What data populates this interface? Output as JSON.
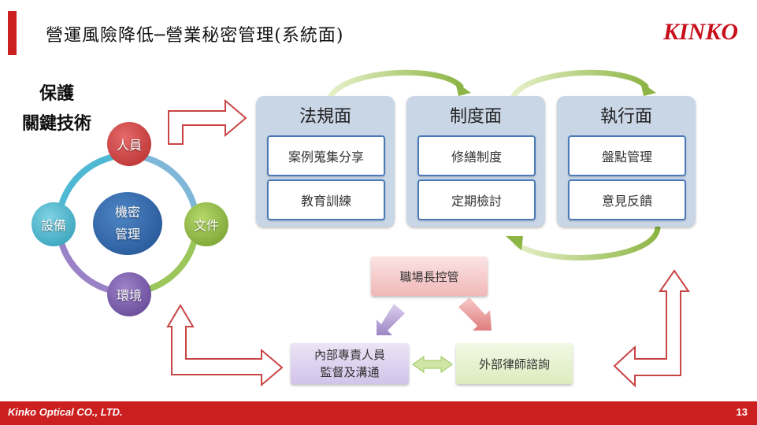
{
  "title": "營運風險降低─營業秘密管理(系統面)",
  "brand": "KINKO",
  "protect_label_1": "保護",
  "protect_label_2": "關鍵技術",
  "cycle": {
    "center_1": "機密",
    "center_2": "管理",
    "nodes": [
      "人員",
      "文件",
      "環境",
      "設備"
    ]
  },
  "panels": [
    {
      "title": "法規面",
      "items": [
        "案例蒐集分享",
        "教育訓練"
      ]
    },
    {
      "title": "制度面",
      "items": [
        "修繕制度",
        "定期檢討"
      ]
    },
    {
      "title": "執行面",
      "items": [
        "盤點管理",
        "意見反饋"
      ]
    }
  ],
  "bottom": {
    "top_box": "職場長控管",
    "left_box_1": "內部專責人員",
    "left_box_2": "監督及溝通",
    "right_box": "外部律師諮詢"
  },
  "footer": {
    "company": "Kinko Optical CO., LTD.",
    "page": "13"
  },
  "colors": {
    "accent": "#cc1f1f",
    "panel": "#c9d6e6",
    "item_border": "#4a7ab8"
  }
}
